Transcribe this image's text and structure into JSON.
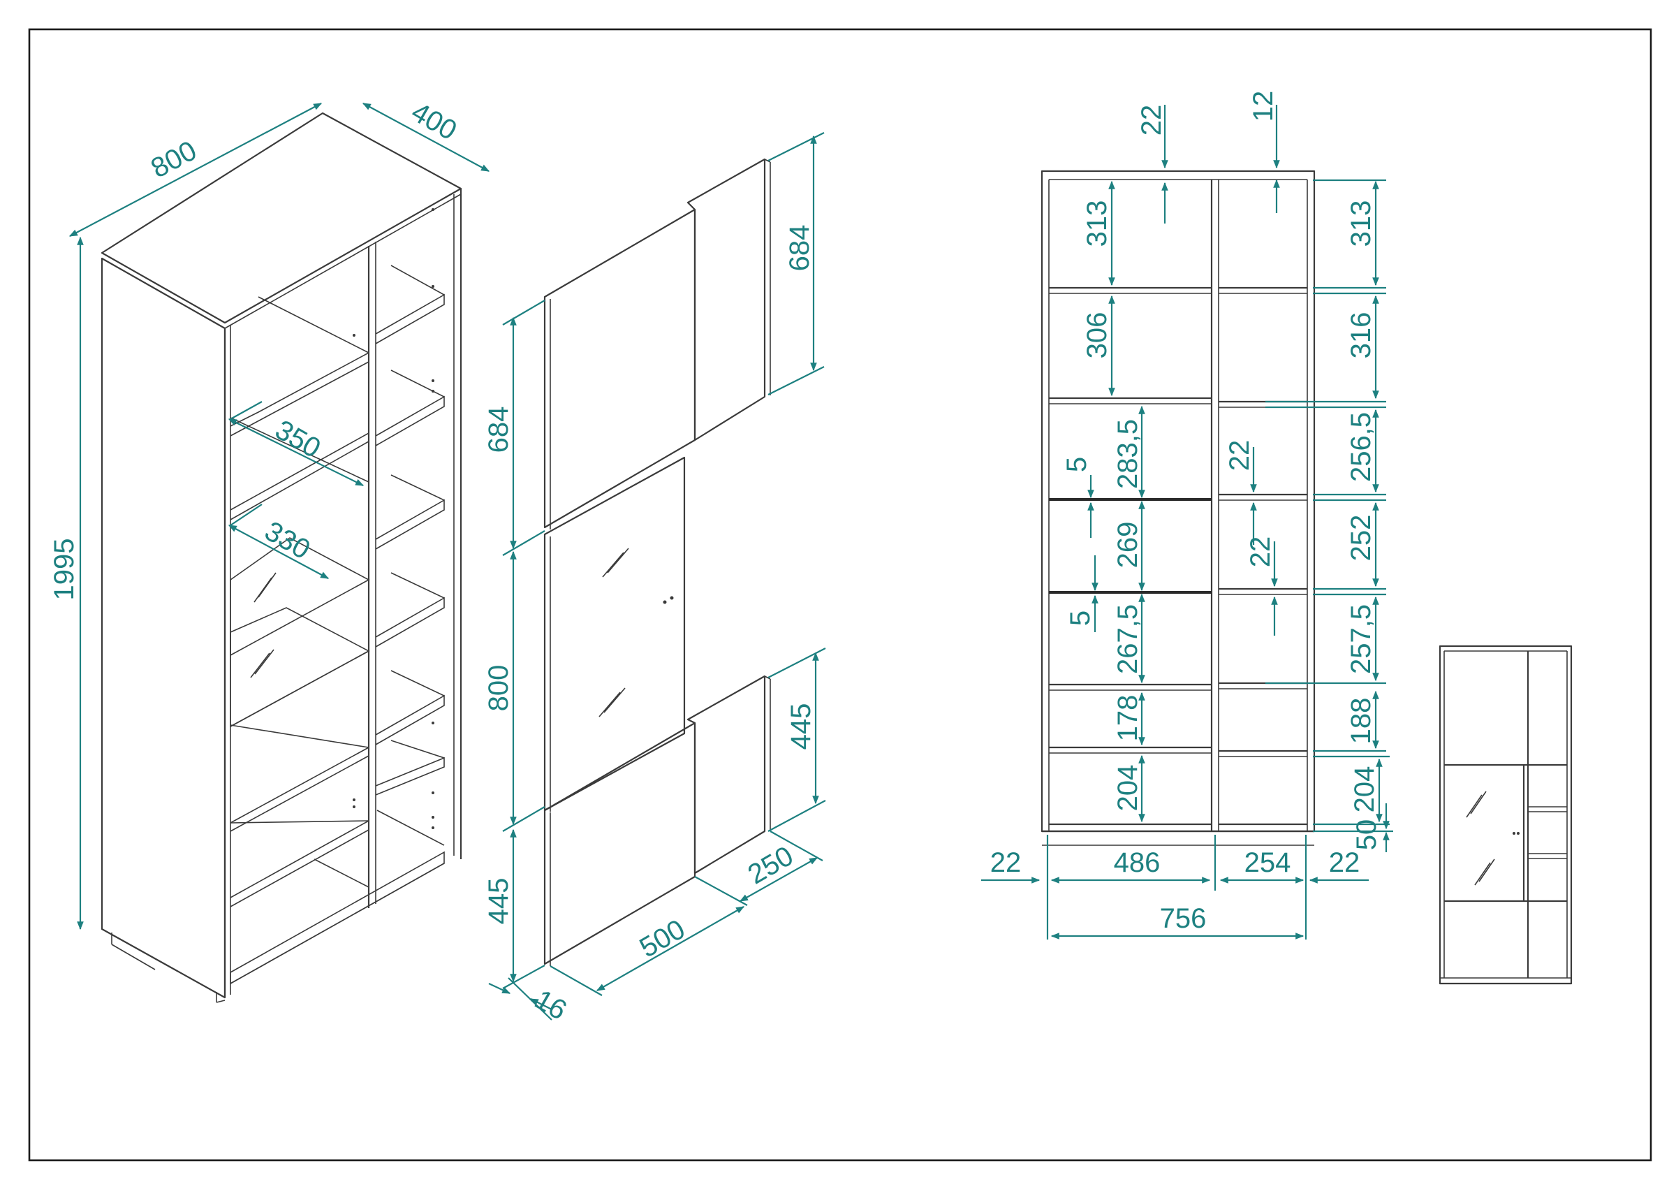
{
  "colors": {
    "dimension": "#1d8080",
    "lines": "#3a3a3a",
    "frame": "#1a1a1a",
    "background": "#ffffff"
  },
  "cabinet_iso": {
    "width": "800",
    "depth": "400",
    "height": "1995",
    "shelf_depth_upper": "350",
    "shelf_depth_glass": "330"
  },
  "doors_iso": {
    "upper_door_height_right": "684",
    "upper_door_height_left": "684",
    "glass_door_height": "800",
    "lower_door_height_left": "445",
    "lower_door_height_right": "445",
    "small_door_width": "250",
    "large_door_width": "500",
    "door_thickness": "16"
  },
  "front_view": {
    "top_thickness_left": "22",
    "top_thickness_right": "12",
    "left_column": [
      "313",
      "306",
      "283,5",
      "269",
      "267,5",
      "178",
      "204"
    ],
    "right_column": [
      "313",
      "316",
      "256,5",
      "252",
      "257,5",
      "188",
      "204",
      "50"
    ],
    "glass_shelf_thickness_1": "5",
    "glass_shelf_thickness_2": "5",
    "shelf_thickness_1": "22",
    "shelf_thickness_2": "22",
    "side_left": "22",
    "inner_left_width": "486",
    "inner_right_width": "254",
    "side_right": "22",
    "total_inner_width": "756"
  }
}
